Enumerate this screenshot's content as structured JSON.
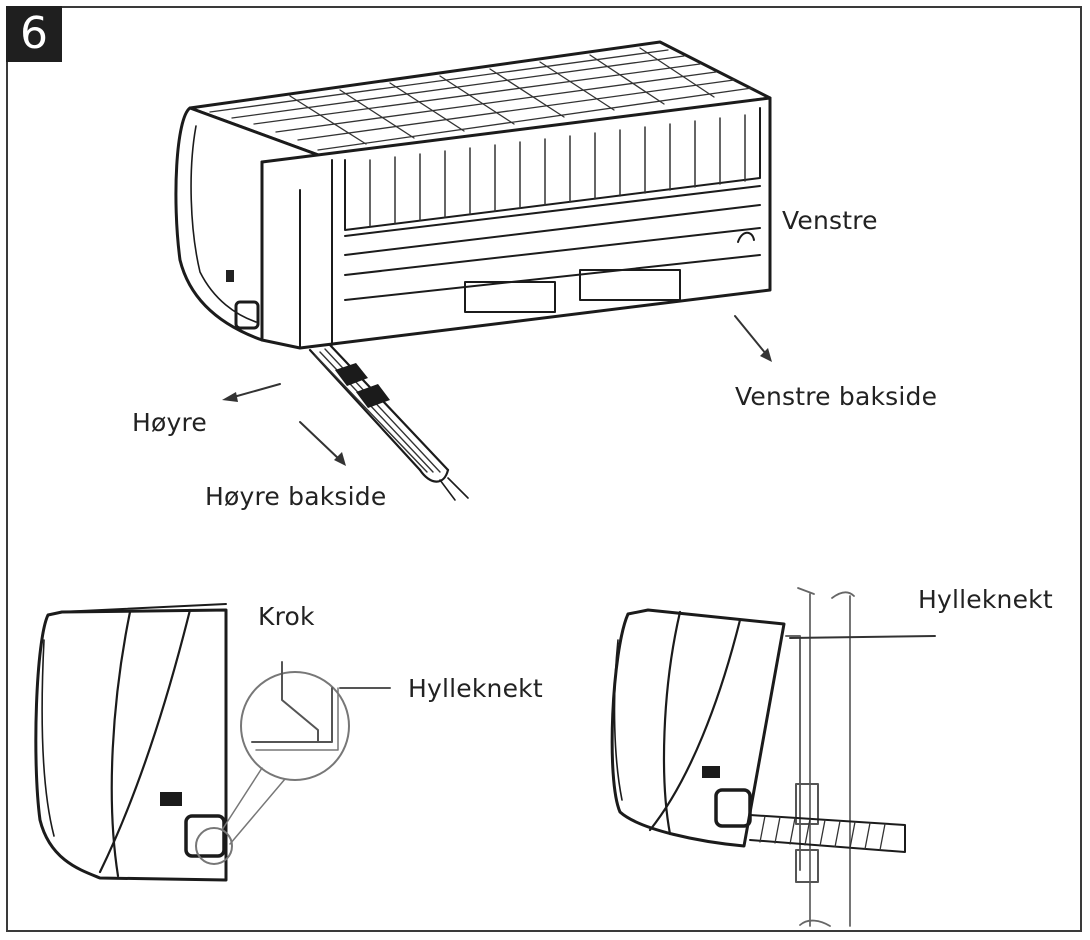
{
  "step_number": "6",
  "labels": {
    "venstre": "Venstre",
    "venstre_bakside": "Venstre bakside",
    "hoyre": "Høyre",
    "hoyre_bakside": "Høyre bakside",
    "krok": "Krok",
    "hylleknekt_left": "Hylleknekt",
    "hylleknekt_right": "Hylleknekt"
  }
}
